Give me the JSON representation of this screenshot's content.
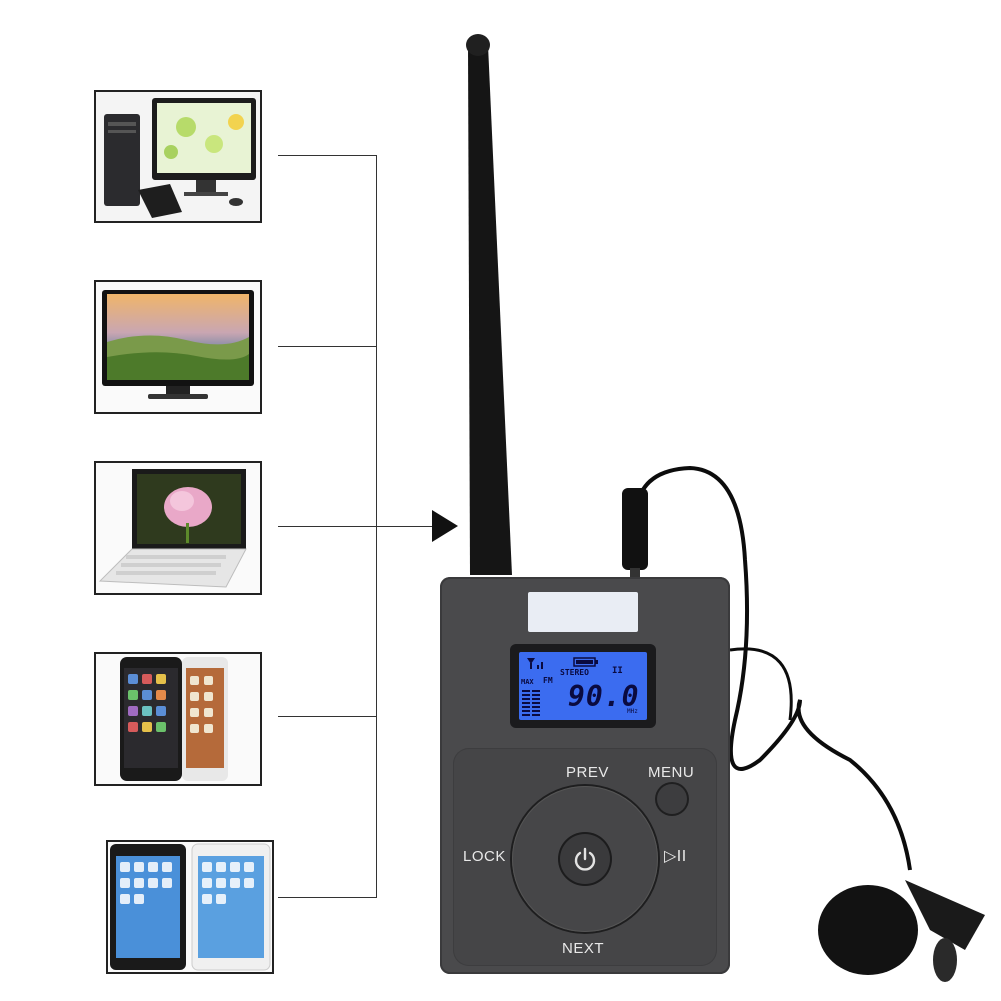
{
  "device": {
    "labels": {
      "prev": "PREV",
      "next": "NEXT",
      "menu": "MENU",
      "lock": "LOCK",
      "play_pause": "▷II"
    },
    "lcd": {
      "stereo": "STEREO",
      "mode": "FM",
      "max": "MAX",
      "frequency": "90.0",
      "unit": "MHz"
    }
  },
  "sources": [
    {
      "name": "desktop-computer"
    },
    {
      "name": "television"
    },
    {
      "name": "laptop"
    },
    {
      "name": "smartphones"
    },
    {
      "name": "tablets"
    }
  ],
  "colors": {
    "device_body": "#4a4a4c",
    "lcd_backlight": "#3b6cf0",
    "frame": "#222222"
  }
}
